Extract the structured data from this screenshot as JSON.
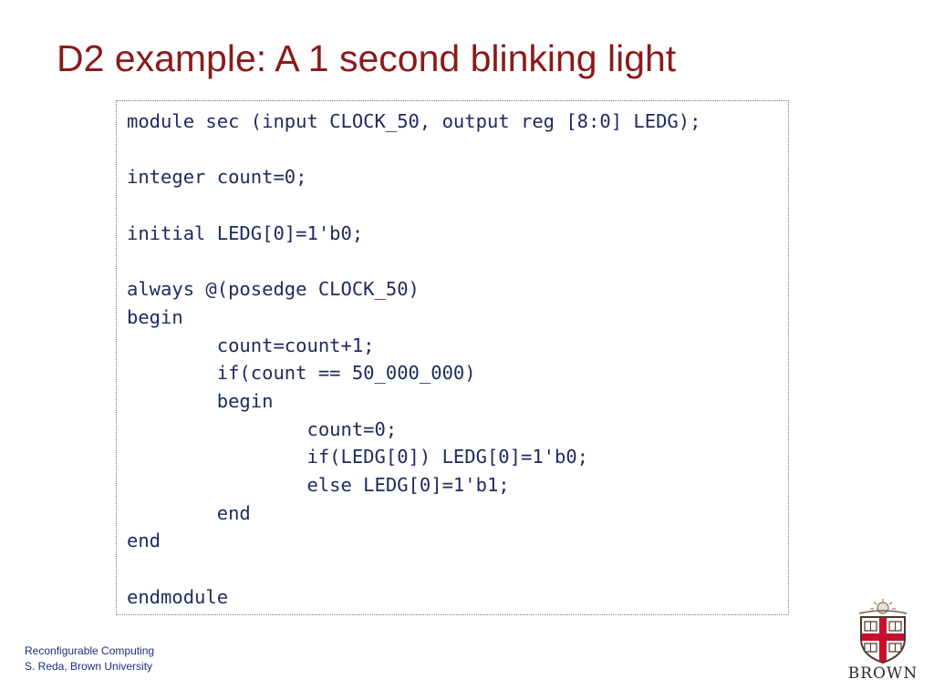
{
  "slide": {
    "title": "D2 example: A 1 second blinking light"
  },
  "code": {
    "lines": [
      "module sec (input CLOCK_50, output reg [8:0] LEDG);",
      "",
      "integer count=0;",
      "",
      "initial LEDG[0]=1'b0;",
      "",
      "always @(posedge CLOCK_50)",
      "begin",
      "        count=count+1;",
      "        if(count == 50_000_000)",
      "        begin",
      "                count=0;",
      "                if(LEDG[0]) LEDG[0]=1'b0;",
      "                else LEDG[0]=1'b1;",
      "        end",
      "end",
      "",
      "endmodule"
    ]
  },
  "footer": {
    "line1": "Reconfigurable Computing",
    "line2": "S. Reda, Brown University"
  },
  "logo": {
    "icon": "brown-university-shield-icon",
    "wordmark": "BROWN",
    "colors": {
      "red": "#c8102e",
      "brown": "#4e3629"
    }
  },
  "colors": {
    "title": "#8b1a1a",
    "code_text": "#1c2a5e",
    "footer_text": "#1f2f7a",
    "box_border": "#777777"
  }
}
